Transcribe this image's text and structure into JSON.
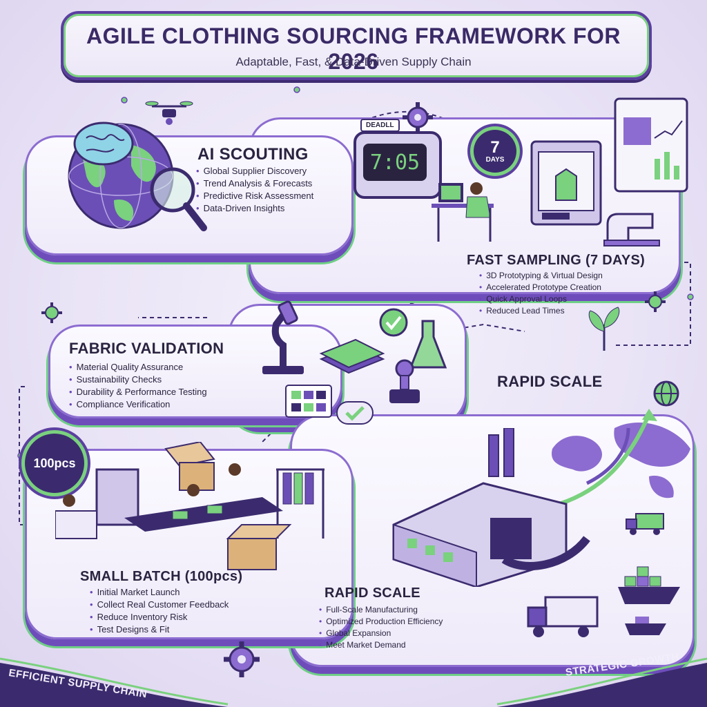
{
  "title": "AGILE CLOTHING SOURCING FRAMEWORK FOR 2026",
  "subtitle": "Adaptable, Fast, & Data-Driven Supply Chain",
  "colors": {
    "primary": "#5b3fa0",
    "accent": "#7ad17e",
    "dark": "#3b2b6e",
    "light": "#f4f1fb"
  },
  "ai_scouting": {
    "heading": "AI SCOUTING",
    "items": [
      "Global Supplier Discovery",
      "Trend Analysis & Forecasts",
      "Predictive Risk Assessment",
      "Data-Driven Insights"
    ]
  },
  "fast_sampling": {
    "heading": "FAST SAMPLING (7 DAYS)",
    "items": [
      "3D Prototyping & Virtual Design",
      "Accelerated Prototype Creation",
      "Quick Approval Loops",
      "Reduced Lead Times"
    ],
    "timer": "7:05",
    "badge_number": "7",
    "badge_label": "DAYS",
    "timer_tag": "DEADLL"
  },
  "fabric_validation": {
    "heading": "FABRIC VALIDATION",
    "items": [
      "Material Quality Assurance",
      "Sustainability Checks",
      "Durability & Performance Testing",
      "Compliance Verification"
    ]
  },
  "rapid_scale_label": "RAPID SCALE",
  "small_batch": {
    "heading": "SMALL BATCH (100pcs)",
    "badge": "100pcs",
    "items": [
      "Initial Market Launch",
      "Collect Real Customer Feedback",
      "Reduce Inventory Risk",
      "Test Designs & Fit"
    ]
  },
  "rapid_scale": {
    "heading": "RAPID SCALE",
    "items": [
      "Full-Scale Manufacturing",
      "Optimized Production Efficiency",
      "Global Expansion",
      "Meet Market Demand"
    ]
  },
  "footer": {
    "left": "EFFICIENT SUPPLY CHAIN",
    "right": "STRATEGIC GROWTH"
  },
  "icons": [
    "globe-icon",
    "brain-icon",
    "magnifier-icon",
    "drone-icon",
    "timer-icon",
    "printer-3d-icon",
    "microscope-icon",
    "flask-icon",
    "check-icon",
    "box-icon",
    "factory-icon",
    "truck-icon",
    "ship-icon",
    "gear-icon",
    "plant-icon",
    "world-map-icon"
  ]
}
